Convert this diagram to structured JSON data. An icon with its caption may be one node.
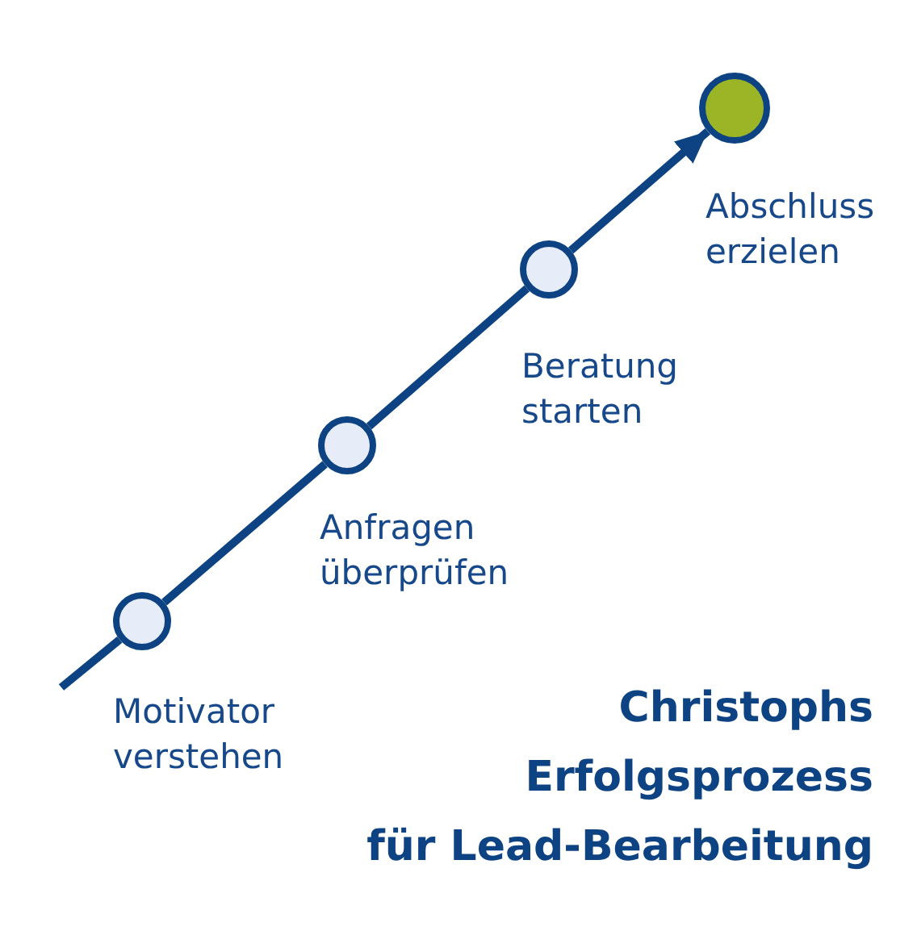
{
  "diagram": {
    "title": "Christophs Erfolgsprozess für Lead-Bearbeitung",
    "nodes": [
      {
        "text": [],
        "shape": "circle",
        "beside": [
          "Motivator verstehen"
        ]
      },
      {
        "text": [],
        "shape": "circle",
        "beside": [
          "Anfragen überprüfen"
        ]
      },
      {
        "text": [],
        "shape": "circle",
        "beside": [
          "Beratung starten"
        ]
      },
      {
        "text": [],
        "shape": "circle",
        "beside": [
          "Abschluss erzielen"
        ]
      }
    ],
    "edges": [
      {
        "from": null,
        "to": 0,
        "arrow": "none"
      },
      {
        "from": 0,
        "to": 1,
        "arrow": "none"
      },
      {
        "from": 1,
        "to": 2,
        "arrow": "none"
      },
      {
        "from": 2,
        "to": 3,
        "arrow": "to"
      }
    ]
  }
}
